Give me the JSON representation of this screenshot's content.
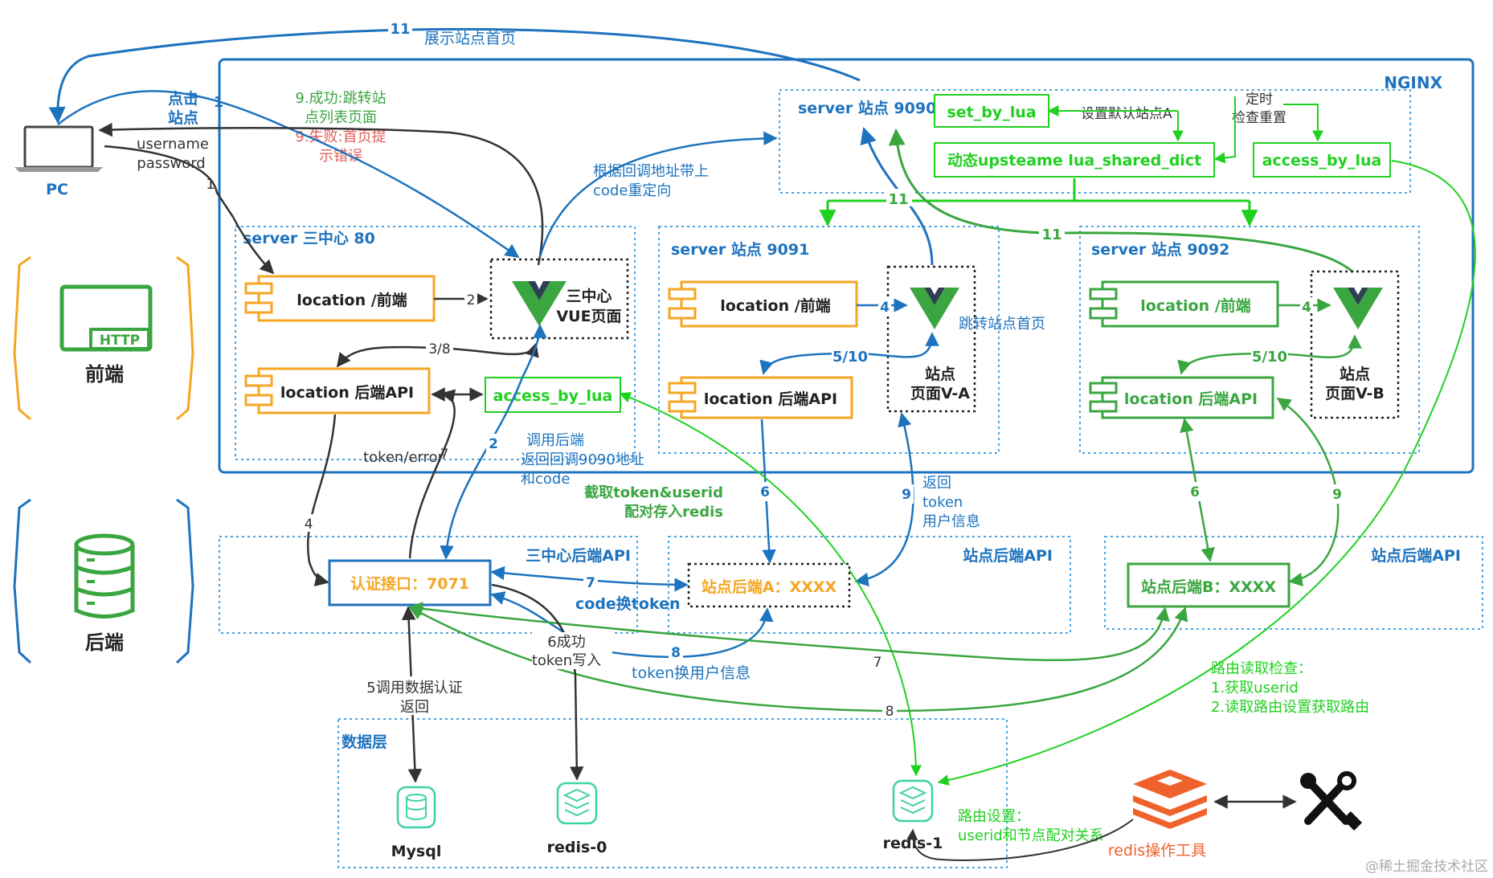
{
  "colors": {
    "blue": "#1e73be",
    "orange": "#f5a623",
    "green": "#3aa640",
    "bright_green": "#1fd11f",
    "dark": "#333333",
    "red_text": "#e0605a",
    "redis_red": "#f0622c"
  },
  "top": {
    "step11_num": "11",
    "step11_text": "展示站点首页"
  },
  "pc": {
    "label": "PC",
    "username": "username",
    "password": "password",
    "click_line1": "点击",
    "click_line2": "站点",
    "step1_a": "1",
    "step1_b": "1"
  },
  "login_result": {
    "success_1": "9.成功:跳转站",
    "success_2": "点列表页面",
    "fail_1": "9.失败:首页提",
    "fail_2": "示错误"
  },
  "redirect": {
    "line1": "根据回调地址带上",
    "line2": "code重定向"
  },
  "nginx": {
    "label": "NGINX",
    "server9090": {
      "title": "server 站点 9090",
      "set_by_lua": "set_by_lua",
      "default_site": "设置默认站点A",
      "timer_1": "定时",
      "timer_2": "检查重置",
      "upstream": "动态upsteame  lua_shared_dict",
      "access_by_lua": "access_by_lua",
      "num11_a": "11",
      "num11_b": "11"
    },
    "server80": {
      "title": "server 三中心 80",
      "location_front": "location  /前端",
      "location_api": "location  后端API",
      "vue_page_1": "三中心",
      "vue_page_2": "VUE页面",
      "access_by_lua": "access_by_lua",
      "step2": "2",
      "step38": "3/8"
    },
    "server9091": {
      "title": "server 站点 9091",
      "location_front": "location  /前端",
      "location_api": "location  后端API",
      "page_1": "站点",
      "page_2": "页面V-A",
      "step4": "4",
      "step510": "5/10",
      "jump_home": "跳转站点首页"
    },
    "server9092": {
      "title": "server 站点 9092",
      "location_front": "location  /前端",
      "location_api": "location  后端API",
      "page_1": "站点",
      "page_2": "页面V-B",
      "step4": "4",
      "step510": "5/10"
    }
  },
  "left_legend": {
    "http": "HTTP",
    "frontend": "前端",
    "backend": "后端"
  },
  "middle_labels": {
    "token_error": "token/error",
    "step7": "7",
    "step4": "4",
    "step2": "2",
    "call_1": "调用后端",
    "call_2": "返回回调9090地址",
    "call_3": "和code",
    "intercept_1": "截取token&userid",
    "intercept_2": "配对存入redis",
    "step6_a": "6",
    "step9_a": "9",
    "return_1": "返回",
    "return_2": "token",
    "return_3": "用户信息",
    "step6_b": "6",
    "step9_b": "9"
  },
  "backend": {
    "center_api_title": "三中心后端API",
    "site_api_title_a": "站点后端API",
    "site_api_title_b": "站点后端API",
    "auth_api": "认证接口：7071",
    "site_backend_a": "站点后端A：XXXX",
    "site_backend_b": "站点后端B：XXXX",
    "code_token": "code换token",
    "step7_a": "7",
    "step8_a": "8",
    "token_user": "token换用户信息",
    "step6_success_1": "6成功",
    "step6_success_2": "token写入",
    "step7_b": "7",
    "step8_b": "8",
    "step5_1": "5调用数据认证",
    "step5_2": "返回"
  },
  "route_check": {
    "title": "路由读取检查：",
    "item1": "1.获取userid",
    "item2": "2.读取路由设置获取路由"
  },
  "data_layer": {
    "title": "数据层",
    "mysql": "Mysql",
    "redis0": "redis-0",
    "redis1": "redis-1",
    "route_setting_1": "路由设置：",
    "route_setting_2": "userid和节点配对关系",
    "redis_tool": "redis操作工具"
  },
  "watermark": "@稀土掘金技术社区"
}
